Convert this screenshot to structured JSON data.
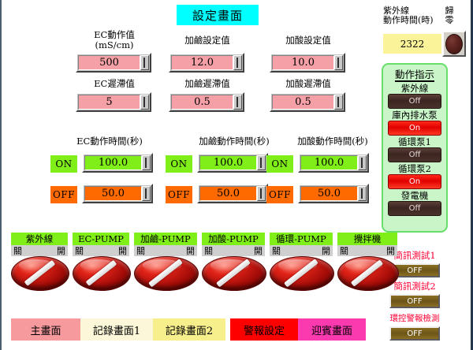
{
  "title": "設定畫面",
  "setpoints": [
    {
      "label_line1": "EC動作值",
      "label_line2": "(mS/cm)",
      "value": "500"
    },
    {
      "label_line1": "加鹼設定值",
      "label_line2": "",
      "value": "12.0"
    },
    {
      "label_line1": "加酸設定值",
      "label_line2": "",
      "value": "10.0"
    }
  ],
  "hysteresis": [
    {
      "label": "EC遲滯值",
      "value": "5"
    },
    {
      "label": "加鹼遲滯值",
      "value": "0.5"
    },
    {
      "label": "加酸遲滯值",
      "value": "0.5"
    }
  ],
  "timers": [
    {
      "label": "EC動作時間(秒)",
      "on_tag": "ON",
      "on_value": "100.0",
      "off_tag": "OFF",
      "off_value": "50.0"
    },
    {
      "label": "加鹼動作時間(秒)",
      "on_tag": "ON",
      "on_value": "100.0",
      "off_tag": "OFF",
      "off_value": "50.0"
    },
    {
      "label": "加酸動作時間(秒)",
      "on_tag": "ON",
      "on_value": "100.0",
      "off_tag": "OFF",
      "off_value": "50.0"
    }
  ],
  "uv_meter": {
    "label_line1": "紫外線",
    "label_line2": "動作時間(時)",
    "value": "2322",
    "reset_line1": "歸",
    "reset_line2": "零"
  },
  "status_panel": {
    "title": "動作指示",
    "items": [
      {
        "name": "紫外線",
        "state": "Off"
      },
      {
        "name": "庫內排水泵",
        "state": "On"
      },
      {
        "name": "循環泵1",
        "state": "Off"
      },
      {
        "name": "循環泵2",
        "state": "On"
      },
      {
        "name": "發電機",
        "state": "Off"
      }
    ]
  },
  "sms_tests": [
    {
      "label": "簡訊測試1",
      "state": "OFF"
    },
    {
      "label": "簡訊測試2",
      "state": "OFF"
    },
    {
      "label": "環控警報檢測",
      "state": "OFF"
    }
  ],
  "switches": [
    {
      "title": "紫外線",
      "off_mark": "關",
      "on_mark": "開"
    },
    {
      "title": "EC-PUMP",
      "off_mark": "關",
      "on_mark": "開"
    },
    {
      "title": "加鹼-PUMP",
      "off_mark": "關",
      "on_mark": "開"
    },
    {
      "title": "加酸-PUMP",
      "off_mark": "關",
      "on_mark": "開"
    },
    {
      "title": "循環-PUMP",
      "off_mark": "關",
      "on_mark": "開"
    },
    {
      "title": "攪拌機",
      "off_mark": "關",
      "on_mark": "開"
    }
  ],
  "nav_buttons": [
    {
      "label": "主畫面",
      "style": "nav-pink"
    },
    {
      "label": "記錄畫面1",
      "style": "nav-cream"
    },
    {
      "label": "記錄畫面2",
      "style": "nav-yellow"
    },
    {
      "label": "警報設定",
      "style": "nav-red"
    },
    {
      "label": "迎賓畫面",
      "style": "nav-magenta"
    }
  ],
  "colors": {
    "title_bg": "#00ffff",
    "pink_field": "#f4a0a6",
    "green_field": "#80ee18",
    "orange_field": "#ff6a00",
    "panel_bg": "#c9f5c9",
    "lamp_on": "#e00000",
    "lamp_off": "#3c2420",
    "uv_field": "#fbf39a"
  }
}
